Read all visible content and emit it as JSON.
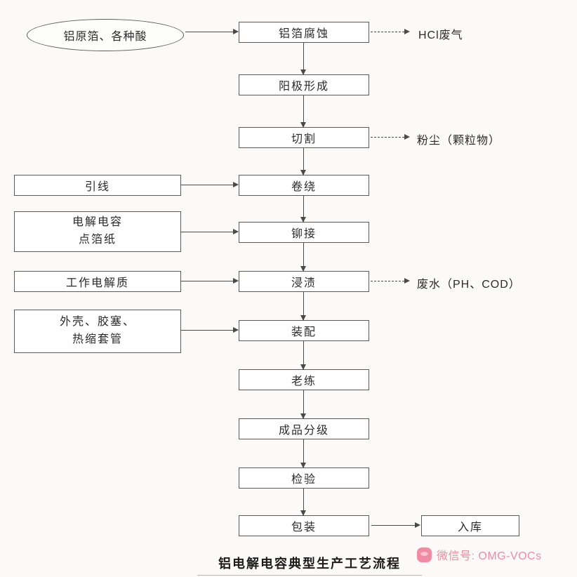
{
  "title": "铝电解电容典型生产工艺流程",
  "source": {
    "label": "铝原箔、各种酸"
  },
  "process": [
    {
      "label": "铝箔腐蚀"
    },
    {
      "label": "阳极形成"
    },
    {
      "label": "切割"
    },
    {
      "label": "卷绕"
    },
    {
      "label": "铆接"
    },
    {
      "label": "浸渍"
    },
    {
      "label": "装配"
    },
    {
      "label": "老练"
    },
    {
      "label": "成品分级"
    },
    {
      "label": "检验"
    },
    {
      "label": "包装"
    }
  ],
  "inputs": [
    {
      "label": "引线"
    },
    {
      "label": "电解电容\n点箔纸"
    },
    {
      "label": "工作电解质"
    },
    {
      "label": "外壳、胶塞、\n热缩套管"
    }
  ],
  "emissions": [
    {
      "label": "HCl废气"
    },
    {
      "label": "粉尘（颗粒物）"
    },
    {
      "label": "废水（PH、COD）"
    }
  ],
  "storage": {
    "label": "入库"
  },
  "watermark": {
    "text": "微信号: OMG-VOCs"
  },
  "colors": {
    "ink": "#4a4a4a",
    "watermark": "#ef8ca4"
  }
}
